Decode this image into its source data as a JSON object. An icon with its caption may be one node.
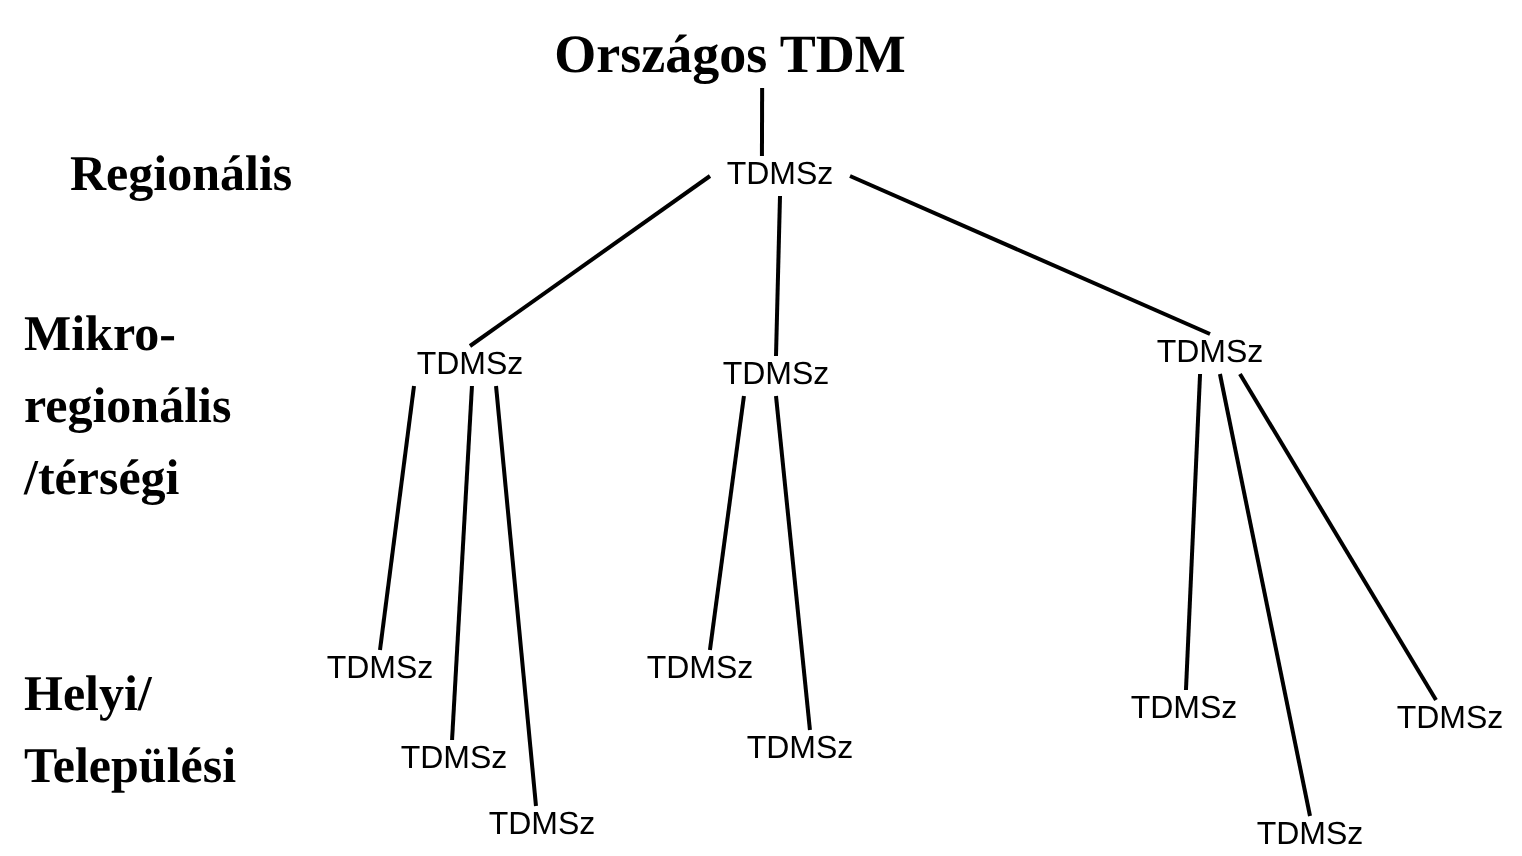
{
  "diagram": {
    "nodes": [
      {
        "text": [
          "Országos TDM"
        ]
      },
      {
        "text": [
          "TDMSz"
        ]
      },
      {
        "text": [
          "TDMSz"
        ]
      },
      {
        "text": [
          "TDMSz"
        ]
      },
      {
        "text": [
          "TDMSz"
        ]
      },
      {
        "text": [
          "TDMSz"
        ]
      },
      {
        "text": [
          "TDMSz"
        ]
      },
      {
        "text": [
          "TDMSz"
        ]
      },
      {
        "text": [
          "TDMSz"
        ]
      },
      {
        "text": [
          "TDMSz"
        ]
      },
      {
        "text": [
          "TDMSz"
        ]
      },
      {
        "text": [
          "TDMSz"
        ]
      },
      {
        "text": [
          "TDMSz"
        ]
      }
    ],
    "edges": [
      {
        "from": 0,
        "to": 1,
        "arrow": "none"
      },
      {
        "from": 1,
        "to": 2,
        "arrow": "none"
      },
      {
        "from": 1,
        "to": 3,
        "arrow": "none"
      },
      {
        "from": 1,
        "to": 4,
        "arrow": "none"
      },
      {
        "from": 2,
        "to": 5,
        "arrow": "none"
      },
      {
        "from": 2,
        "to": 6,
        "arrow": "none"
      },
      {
        "from": 2,
        "to": 7,
        "arrow": "none"
      },
      {
        "from": 3,
        "to": 8,
        "arrow": "none"
      },
      {
        "from": 3,
        "to": 9,
        "arrow": "none"
      },
      {
        "from": 4,
        "to": 10,
        "arrow": "none"
      },
      {
        "from": 4,
        "to": 11,
        "arrow": "none"
      },
      {
        "from": 4,
        "to": 12,
        "arrow": "none"
      }
    ],
    "labels": [
      "Regionális",
      "Mikro- regionális /térségi",
      "Helyi/ Települési"
    ]
  }
}
